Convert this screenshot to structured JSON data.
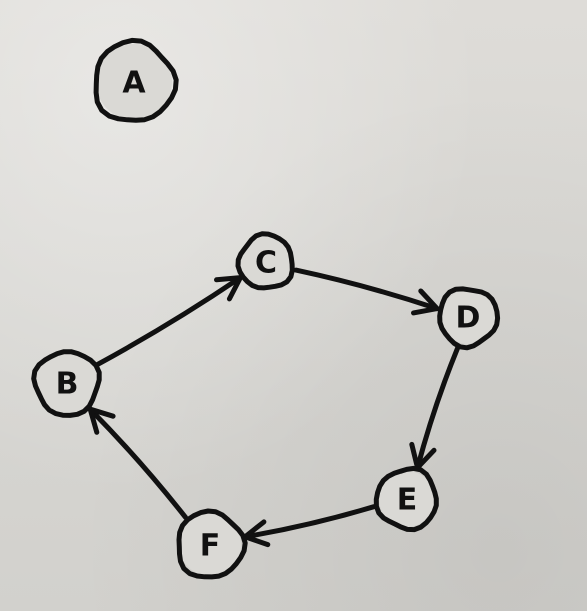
{
  "diagram": {
    "type": "directed-graph",
    "style": "hand-drawn ink on paper",
    "colors": {
      "ink": "#111111",
      "paper": "#d9d8d4"
    },
    "nodes": [
      {
        "id": "A",
        "label": "A"
      },
      {
        "id": "B",
        "label": "B"
      },
      {
        "id": "C",
        "label": "C"
      },
      {
        "id": "D",
        "label": "D"
      },
      {
        "id": "E",
        "label": "E"
      },
      {
        "id": "F",
        "label": "F"
      }
    ],
    "edges": [
      {
        "from": "B",
        "to": "C"
      },
      {
        "from": "C",
        "to": "D"
      },
      {
        "from": "D",
        "to": "E"
      },
      {
        "from": "E",
        "to": "F"
      },
      {
        "from": "F",
        "to": "B"
      }
    ]
  }
}
